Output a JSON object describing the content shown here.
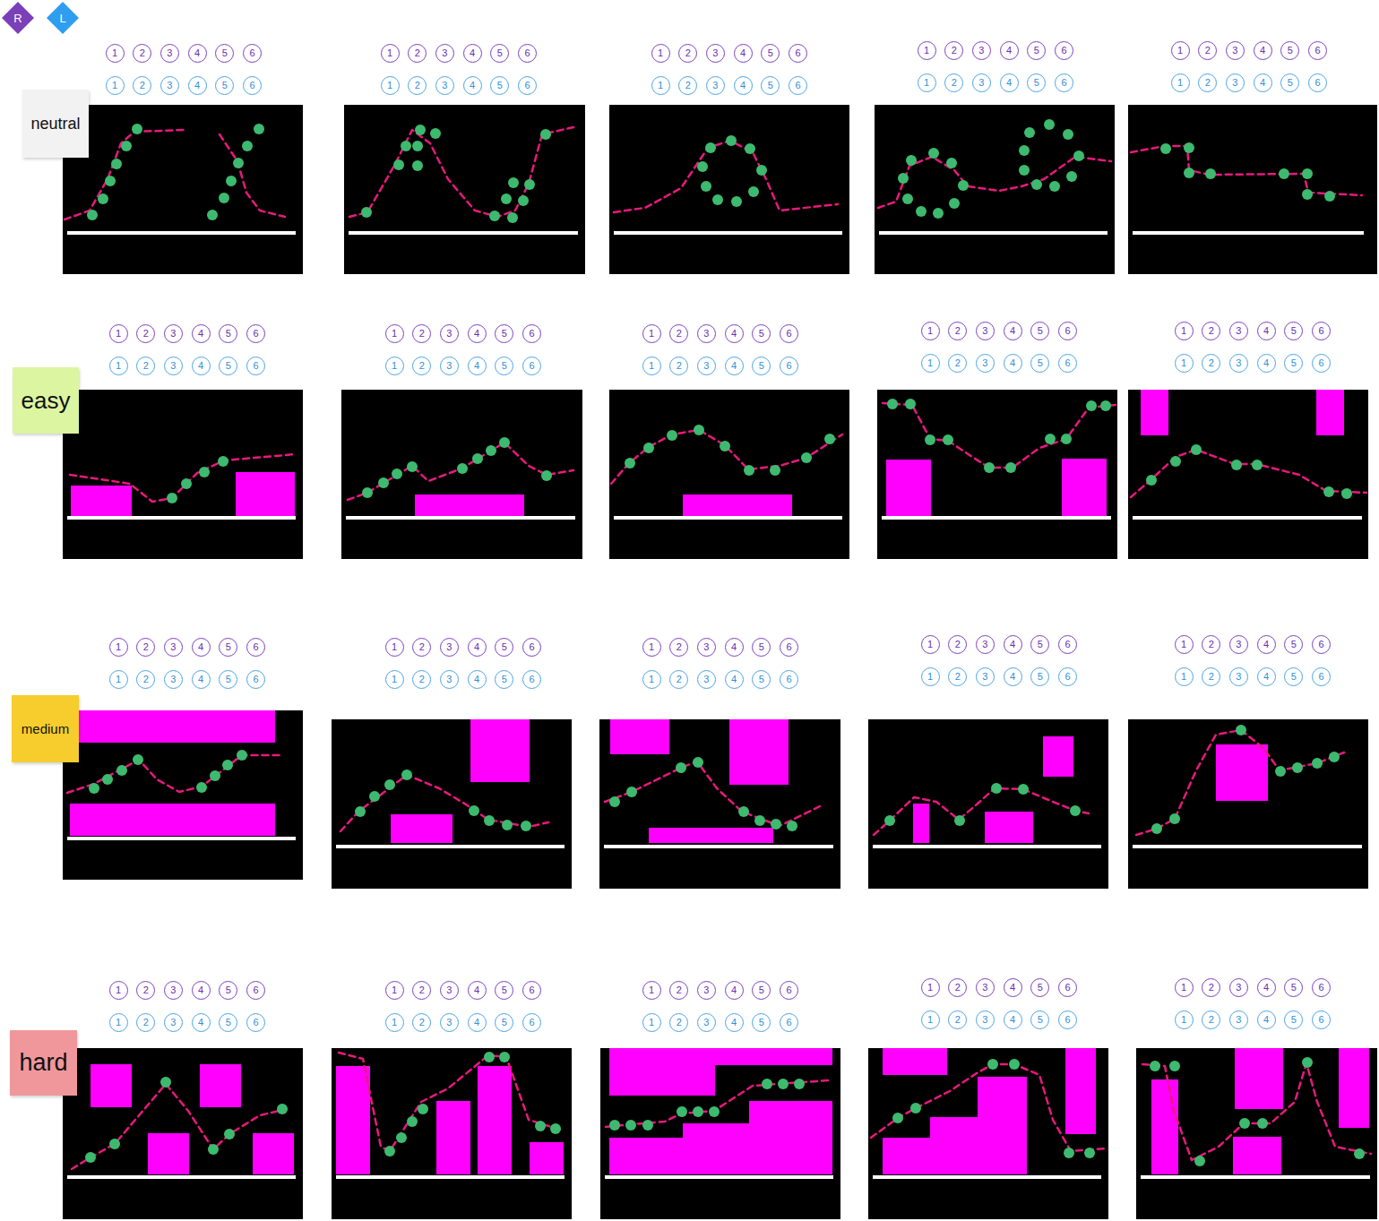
{
  "diagram": {
    "nodes": [
      {
        "text": [
          "R"
        ]
      },
      {
        "text": [
          "L"
        ]
      },
      {
        "text": [
          "1"
        ]
      },
      {
        "text": [
          "2"
        ]
      },
      {
        "text": [
          "3"
        ]
      },
      {
        "text": [
          "4"
        ]
      },
      {
        "text": [
          "5"
        ]
      },
      {
        "text": [
          "6"
        ]
      },
      {
        "text": [
          "1"
        ]
      },
      {
        "text": [
          "2"
        ]
      },
      {
        "text": [
          "3"
        ]
      },
      {
        "text": [
          "4"
        ]
      },
      {
        "text": [
          "5"
        ]
      },
      {
        "text": [
          "6"
        ]
      },
      {
        "text": [
          "1"
        ]
      },
      {
        "text": [
          "2"
        ]
      },
      {
        "text": [
          "3"
        ]
      },
      {
        "text": [
          "4"
        ]
      },
      {
        "text": [
          "5"
        ]
      },
      {
        "text": [
          "6"
        ]
      },
      {
        "text": [
          "1"
        ]
      },
      {
        "text": [
          "2"
        ]
      },
      {
        "text": [
          "3"
        ]
      },
      {
        "text": [
          "4"
        ]
      },
      {
        "text": [
          "5"
        ]
      },
      {
        "text": [
          "6"
        ]
      },
      {
        "text": [
          "1"
        ]
      },
      {
        "text": [
          "2"
        ]
      },
      {
        "text": [
          "3"
        ]
      },
      {
        "text": [
          "4"
        ]
      },
      {
        "text": [
          "5"
        ]
      },
      {
        "text": [
          "6"
        ]
      },
      {
        "text": [
          "1"
        ]
      },
      {
        "text": [
          "2"
        ]
      },
      {
        "text": [
          "3"
        ]
      },
      {
        "text": [
          "4"
        ]
      },
      {
        "text": [
          "5"
        ]
      },
      {
        "text": [
          "6"
        ]
      },
      {
        "text": [
          "1"
        ]
      },
      {
        "text": [
          "2"
        ]
      },
      {
        "text": [
          "3"
        ]
      },
      {
        "text": [
          "4"
        ]
      },
      {
        "text": [
          "5"
        ]
      },
      {
        "text": [
          "6"
        ]
      },
      {
        "text": [
          "1"
        ]
      },
      {
        "text": [
          "2"
        ]
      },
      {
        "text": [
          "3"
        ]
      },
      {
        "text": [
          "4"
        ]
      },
      {
        "text": [
          "5"
        ]
      },
      {
        "text": [
          "6"
        ]
      },
      {
        "text": [
          "1"
        ]
      },
      {
        "text": [
          "2"
        ]
      },
      {
        "text": [
          "3"
        ]
      },
      {
        "text": [
          "4"
        ]
      },
      {
        "text": [
          "5"
        ]
      },
      {
        "text": [
          "6"
        ]
      },
      {
        "text": [
          "1"
        ]
      },
      {
        "text": [
          "2"
        ]
      },
      {
        "text": [
          "3"
        ]
      },
      {
        "text": [
          "4"
        ]
      },
      {
        "text": [
          "5"
        ]
      },
      {
        "text": [
          "6"
        ]
      },
      {
        "text": [
          "neutral"
        ]
      },
      {
        "text": [
          "1"
        ]
      },
      {
        "text": [
          "2"
        ]
      },
      {
        "text": [
          "3"
        ]
      },
      {
        "text": [
          "4"
        ]
      },
      {
        "text": [
          "5"
        ]
      },
      {
        "text": [
          "6"
        ]
      },
      {
        "text": [
          "1"
        ]
      },
      {
        "text": [
          "2"
        ]
      },
      {
        "text": [
          "3"
        ]
      },
      {
        "text": [
          "4"
        ]
      },
      {
        "text": [
          "5"
        ]
      },
      {
        "text": [
          "6"
        ]
      },
      {
        "text": [
          "1"
        ]
      },
      {
        "text": [
          "2"
        ]
      },
      {
        "text": [
          "3"
        ]
      },
      {
        "text": [
          "4"
        ]
      },
      {
        "text": [
          "5"
        ]
      },
      {
        "text": [
          "6"
        ]
      },
      {
        "text": [
          "1"
        ]
      },
      {
        "text": [
          "2"
        ]
      },
      {
        "text": [
          "3"
        ]
      },
      {
        "text": [
          "4"
        ]
      },
      {
        "text": [
          "5"
        ]
      },
      {
        "text": [
          "6"
        ]
      },
      {
        "text": [
          "1"
        ]
      },
      {
        "text": [
          "2"
        ]
      },
      {
        "text": [
          "3"
        ]
      },
      {
        "text": [
          "4"
        ]
      },
      {
        "text": [
          "5"
        ]
      },
      {
        "text": [
          "6"
        ]
      },
      {
        "text": [
          "1"
        ]
      },
      {
        "text": [
          "2"
        ]
      },
      {
        "text": [
          "3"
        ]
      },
      {
        "text": [
          "4"
        ]
      },
      {
        "text": [
          "5"
        ]
      },
      {
        "text": [
          "6"
        ]
      },
      {
        "text": [
          "1"
        ]
      },
      {
        "text": [
          "2"
        ]
      },
      {
        "text": [
          "3"
        ]
      },
      {
        "text": [
          "4"
        ]
      },
      {
        "text": [
          "5"
        ]
      },
      {
        "text": [
          "6"
        ]
      },
      {
        "text": [
          "1"
        ]
      },
      {
        "text": [
          "2"
        ]
      },
      {
        "text": [
          "3"
        ]
      },
      {
        "text": [
          "4"
        ]
      },
      {
        "text": [
          "5"
        ]
      },
      {
        "text": [
          "6"
        ]
      },
      {
        "text": [
          "1"
        ]
      },
      {
        "text": [
          "2"
        ]
      },
      {
        "text": [
          "3"
        ]
      },
      {
        "text": [
          "4"
        ]
      },
      {
        "text": [
          "5"
        ]
      },
      {
        "text": [
          "6"
        ]
      },
      {
        "text": [
          "1"
        ]
      },
      {
        "text": [
          "2"
        ]
      },
      {
        "text": [
          "3"
        ]
      },
      {
        "text": [
          "4"
        ]
      },
      {
        "text": [
          "5"
        ]
      },
      {
        "text": [
          "6"
        ]
      },
      {
        "text": [
          "easy"
        ]
      },
      {
        "text": [
          "1"
        ]
      },
      {
        "text": [
          "2"
        ]
      },
      {
        "text": [
          "3"
        ]
      },
      {
        "text": [
          "4"
        ]
      },
      {
        "text": [
          "5"
        ]
      },
      {
        "text": [
          "6"
        ]
      },
      {
        "text": [
          "1"
        ]
      },
      {
        "text": [
          "2"
        ]
      },
      {
        "text": [
          "3"
        ]
      },
      {
        "text": [
          "4"
        ]
      },
      {
        "text": [
          "5"
        ]
      },
      {
        "text": [
          "6"
        ]
      },
      {
        "text": [
          "1"
        ]
      },
      {
        "text": [
          "2"
        ]
      },
      {
        "text": [
          "3"
        ]
      },
      {
        "text": [
          "4"
        ]
      },
      {
        "text": [
          "5"
        ]
      },
      {
        "text": [
          "6"
        ]
      },
      {
        "text": [
          "1"
        ]
      },
      {
        "text": [
          "2"
        ]
      },
      {
        "text": [
          "3"
        ]
      },
      {
        "text": [
          "4"
        ]
      },
      {
        "text": [
          "5"
        ]
      },
      {
        "text": [
          "6"
        ]
      },
      {
        "text": [
          "1"
        ]
      },
      {
        "text": [
          "2"
        ]
      },
      {
        "text": [
          "3"
        ]
      },
      {
        "text": [
          "4"
        ]
      },
      {
        "text": [
          "5"
        ]
      },
      {
        "text": [
          "6"
        ]
      },
      {
        "text": [
          "1"
        ]
      },
      {
        "text": [
          "2"
        ]
      },
      {
        "text": [
          "3"
        ]
      },
      {
        "text": [
          "4"
        ]
      },
      {
        "text": [
          "5"
        ]
      },
      {
        "text": [
          "6"
        ]
      },
      {
        "text": [
          "1"
        ]
      },
      {
        "text": [
          "2"
        ]
      },
      {
        "text": [
          "3"
        ]
      },
      {
        "text": [
          "4"
        ]
      },
      {
        "text": [
          "5"
        ]
      },
      {
        "text": [
          "6"
        ]
      },
      {
        "text": [
          "1"
        ]
      },
      {
        "text": [
          "2"
        ]
      },
      {
        "text": [
          "3"
        ]
      },
      {
        "text": [
          "4"
        ]
      },
      {
        "text": [
          "5"
        ]
      },
      {
        "text": [
          "6"
        ]
      },
      {
        "text": [
          "1"
        ]
      },
      {
        "text": [
          "2"
        ]
      },
      {
        "text": [
          "3"
        ]
      },
      {
        "text": [
          "4"
        ]
      },
      {
        "text": [
          "5"
        ]
      },
      {
        "text": [
          "6"
        ]
      },
      {
        "text": [
          "1"
        ]
      },
      {
        "text": [
          "2"
        ]
      },
      {
        "text": [
          "3"
        ]
      },
      {
        "text": [
          "4"
        ]
      },
      {
        "text": [
          "5"
        ]
      },
      {
        "text": [
          "6"
        ]
      },
      {
        "text": [
          "medium"
        ]
      },
      {
        "text": [
          "1"
        ]
      },
      {
        "text": [
          "2"
        ]
      },
      {
        "text": [
          "3"
        ]
      },
      {
        "text": [
          "4"
        ]
      },
      {
        "text": [
          "5"
        ]
      },
      {
        "text": [
          "6"
        ]
      },
      {
        "text": [
          "1"
        ]
      },
      {
        "text": [
          "2"
        ]
      },
      {
        "text": [
          "3"
        ]
      },
      {
        "text": [
          "4"
        ]
      },
      {
        "text": [
          "5"
        ]
      },
      {
        "text": [
          "6"
        ]
      },
      {
        "text": [
          "1"
        ]
      },
      {
        "text": [
          "2"
        ]
      },
      {
        "text": [
          "3"
        ]
      },
      {
        "text": [
          "4"
        ]
      },
      {
        "text": [
          "5"
        ]
      },
      {
        "text": [
          "6"
        ]
      },
      {
        "text": [
          "1"
        ]
      },
      {
        "text": [
          "2"
        ]
      },
      {
        "text": [
          "3"
        ]
      },
      {
        "text": [
          "4"
        ]
      },
      {
        "text": [
          "5"
        ]
      },
      {
        "text": [
          "6"
        ]
      },
      {
        "text": [
          "1"
        ]
      },
      {
        "text": [
          "2"
        ]
      },
      {
        "text": [
          "3"
        ]
      },
      {
        "text": [
          "4"
        ]
      },
      {
        "text": [
          "5"
        ]
      },
      {
        "text": [
          "6"
        ]
      },
      {
        "text": [
          "1"
        ]
      },
      {
        "text": [
          "2"
        ]
      },
      {
        "text": [
          "3"
        ]
      },
      {
        "text": [
          "4"
        ]
      },
      {
        "text": [
          "5"
        ]
      },
      {
        "text": [
          "6"
        ]
      },
      {
        "text": [
          "1"
        ]
      },
      {
        "text": [
          "2"
        ]
      },
      {
        "text": [
          "3"
        ]
      },
      {
        "text": [
          "4"
        ]
      },
      {
        "text": [
          "5"
        ]
      },
      {
        "text": [
          "6"
        ]
      },
      {
        "text": [
          "1"
        ]
      },
      {
        "text": [
          "2"
        ]
      },
      {
        "text": [
          "3"
        ]
      },
      {
        "text": [
          "4"
        ]
      },
      {
        "text": [
          "5"
        ]
      },
      {
        "text": [
          "6"
        ]
      },
      {
        "text": [
          "1"
        ]
      },
      {
        "text": [
          "2"
        ]
      },
      {
        "text": [
          "3"
        ]
      },
      {
        "text": [
          "4"
        ]
      },
      {
        "text": [
          "5"
        ]
      },
      {
        "text": [
          "6"
        ]
      },
      {
        "text": [
          "1"
        ]
      },
      {
        "text": [
          "2"
        ]
      },
      {
        "text": [
          "3"
        ]
      },
      {
        "text": [
          "4"
        ]
      },
      {
        "text": [
          "5"
        ]
      },
      {
        "text": [
          "6"
        ]
      },
      {
        "text": [
          "hard"
        ]
      }
    ]
  }
}
